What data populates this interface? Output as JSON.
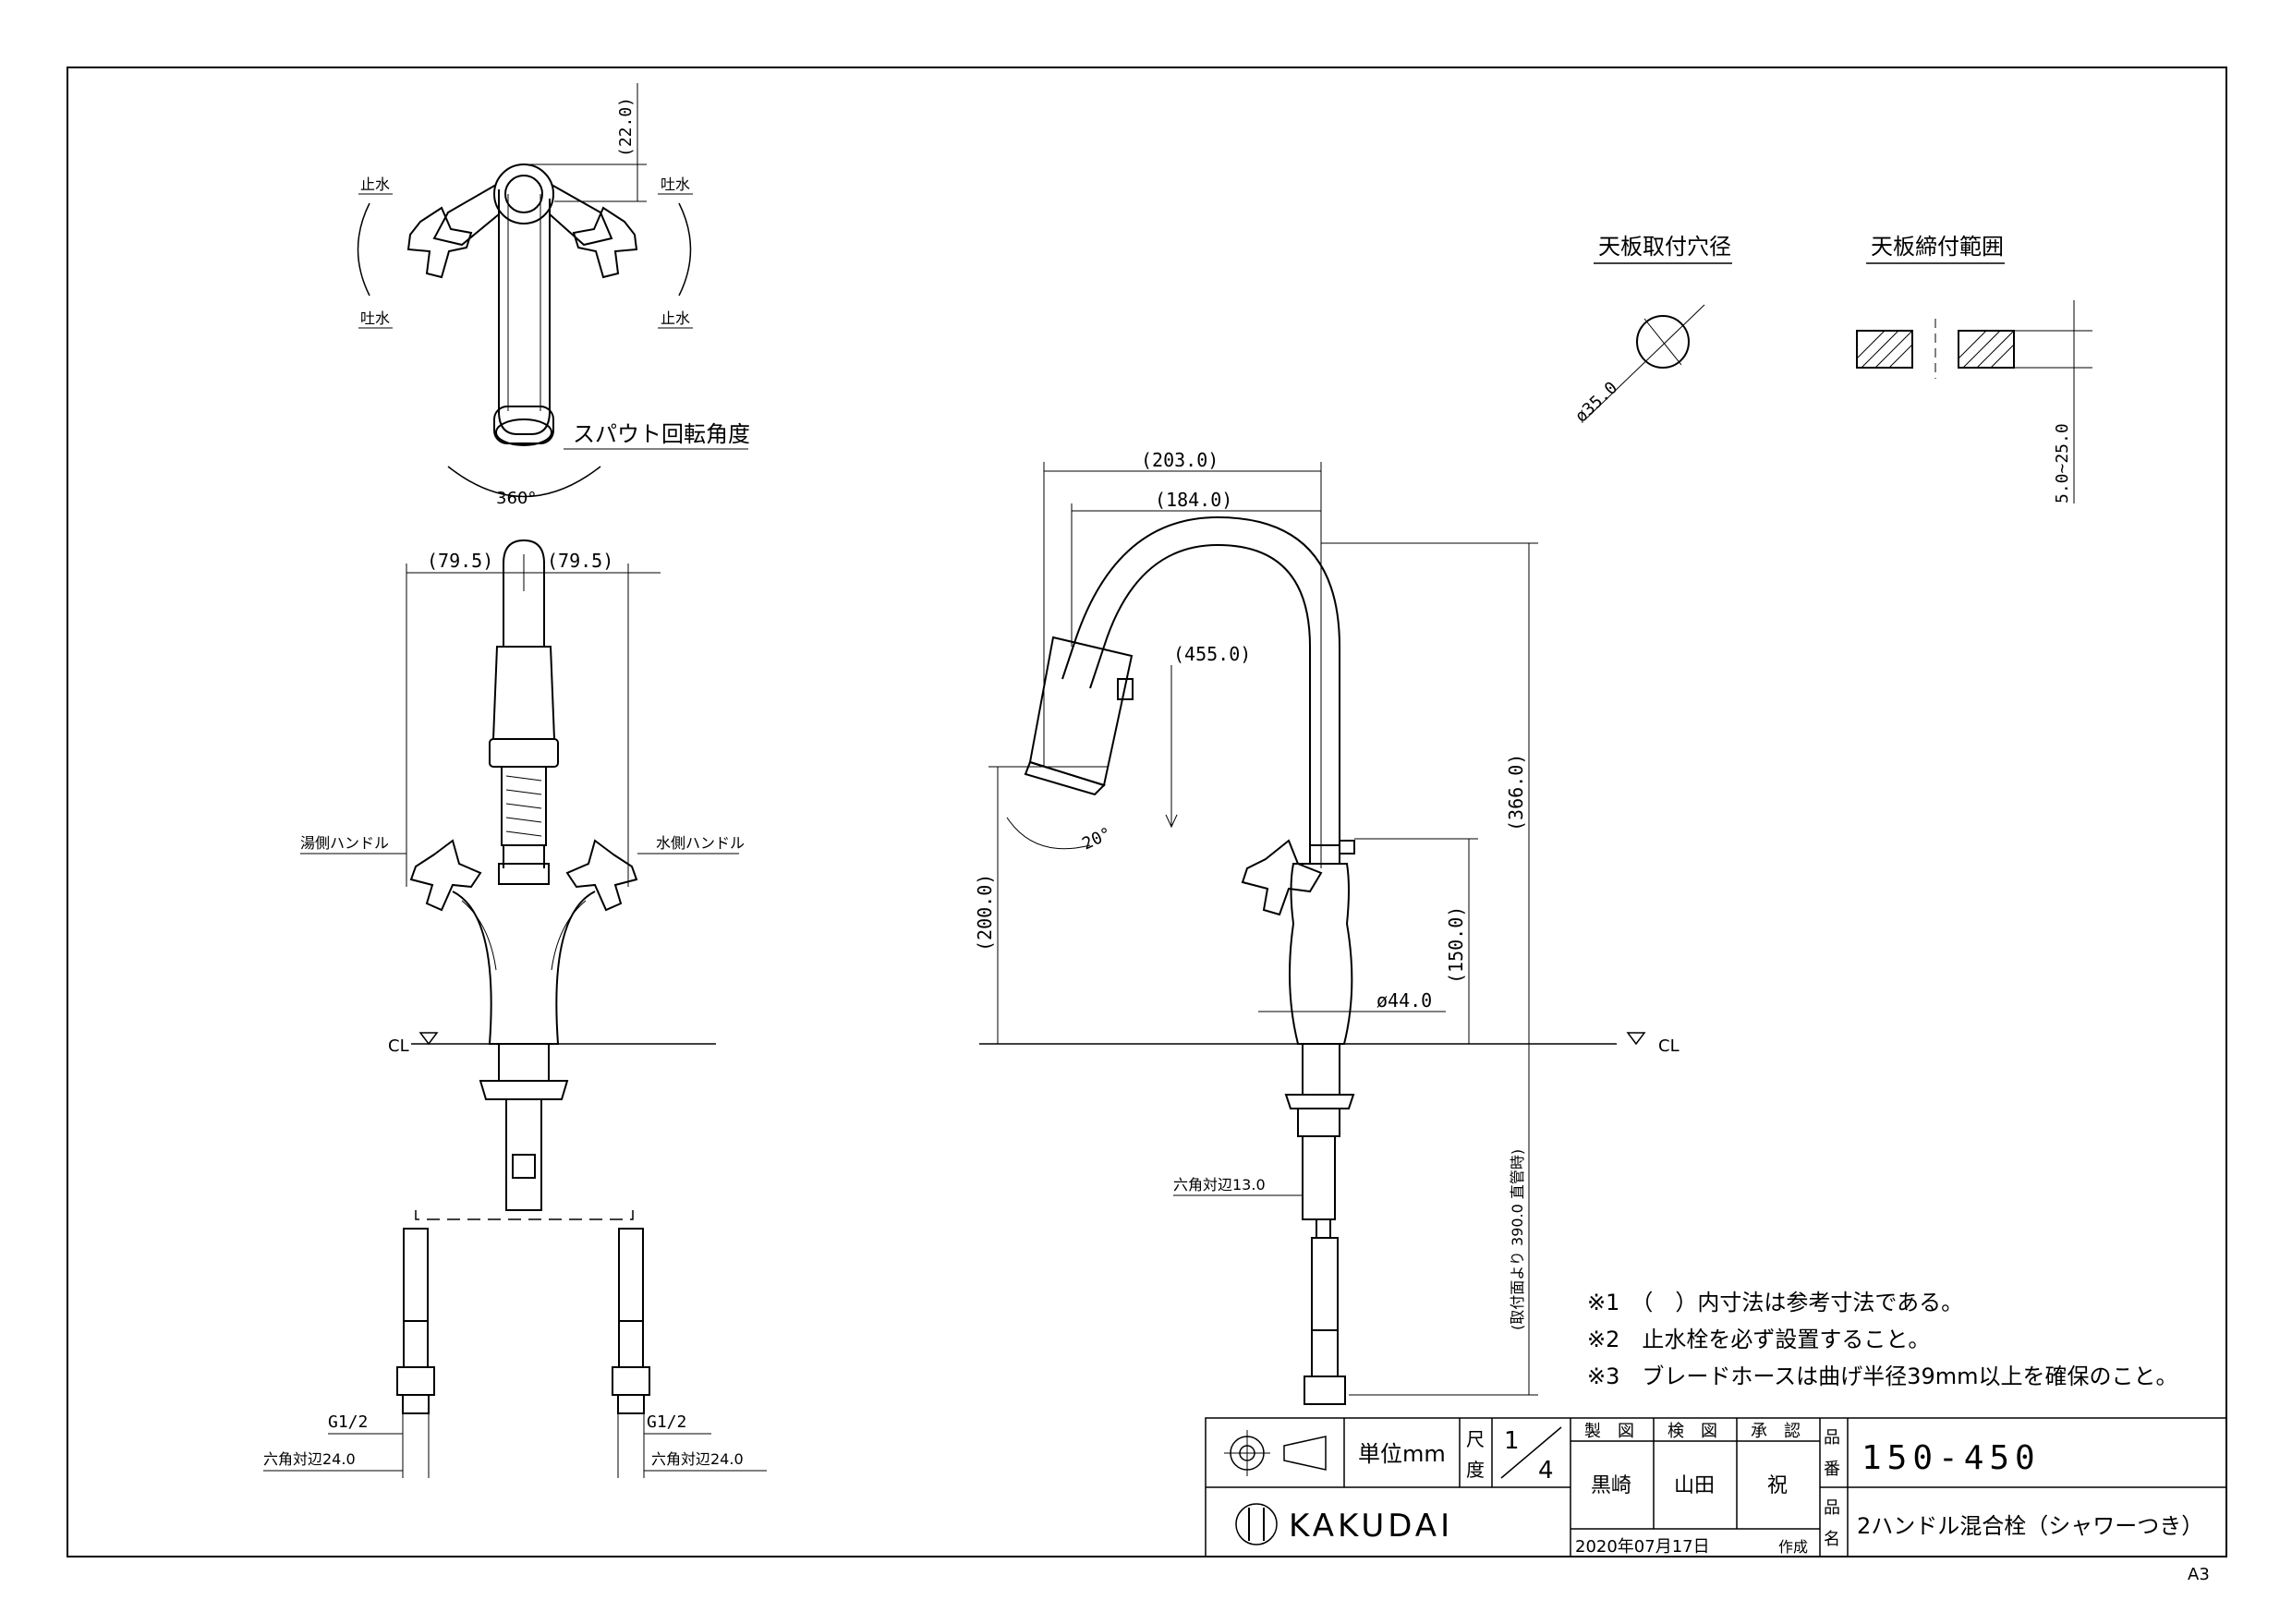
{
  "sheet_size": "A3",
  "top_view": {
    "dim_top": "(22.0)",
    "label_stop_left": "止水",
    "label_spout_left": "吐水",
    "label_spout_right": "吐水",
    "label_stop_right": "止水",
    "rotation_title": "スパウト回転角度",
    "rotation_angle": "360°"
  },
  "front_view": {
    "dim_left": "(79.5)",
    "dim_right": "(79.5)",
    "hot_handle": "湯側ハンドル",
    "cold_handle": "水側ハンドル",
    "cl": "CL",
    "thread_left": "G1/2",
    "thread_right": "G1/2",
    "hex_left": "六角対辺24.0",
    "hex_right": "六角対辺24.0"
  },
  "side_view": {
    "dim_203": "(203.0)",
    "dim_184": "(184.0)",
    "dim_455": "(455.0)",
    "dim_angle": "20°",
    "dim_200": "(200.0)",
    "dim_366": "(366.0)",
    "dim_150": "(150.0)",
    "dim_dia44": "ø44.0",
    "cl": "CL",
    "hex_13": "六角対辺13.0",
    "dim_390": "(取付面より 390.0 直管時)"
  },
  "mount": {
    "hole_title": "天板取付穴径",
    "hole_dim": "ø35.0",
    "clamp_title": "天板締付範囲",
    "clamp_dim": "5.0~25.0"
  },
  "notes": [
    "※1　（　）内寸法は参考寸法である。",
    "※2　止水栓を必ず設置すること。",
    "※3　ブレードホースは曲げ半径39mm以上を確保のこと。"
  ],
  "title_block": {
    "unit_label": "単位mm",
    "scale_label_1": "尺",
    "scale_label_2": "度",
    "scale_num": "1",
    "scale_den": "4",
    "drawn_label": "製　図",
    "checked_label": "検　図",
    "approved_label": "承　認",
    "drawn_by": "黒崎",
    "checked_by": "山田",
    "approved_by": "祝",
    "part_no_label_1": "品",
    "part_no_label_2": "番",
    "part_no": "150-450",
    "name_label_1": "品",
    "name_label_2": "名",
    "product_name": "2ハンドル混合栓（シャワーつき）",
    "brand": "KAKUDAI",
    "date": "2020年07月17日",
    "created": "作成"
  }
}
